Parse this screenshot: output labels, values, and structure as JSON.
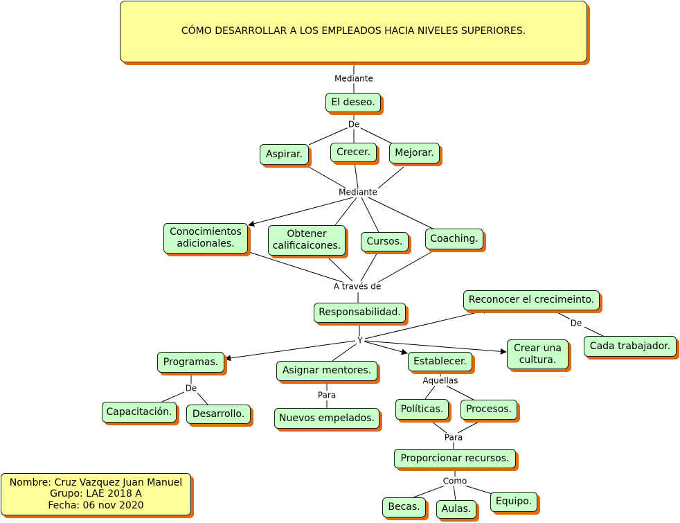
{
  "title": "CÓMO DESARROLLAR A LOS EMPLEADOS HACIA NIVELES SUPERIORES.",
  "nodes": {
    "deseo": "El deseo.",
    "aspirar": "Aspirar.",
    "crecer": "Crecer.",
    "mejorar": "Mejorar.",
    "conocimientos": "Conocimientos\nadicionales.",
    "calificaciones": "Obtener\ncalificaicones.",
    "cursos": "Cursos.",
    "coaching": "Coaching.",
    "responsabilidad": "Responsabilidad.",
    "reconocer": "Reconocer el crecimeinto.",
    "cada_trabajador": "Cada trabajador.",
    "programas": "Programas.",
    "asignar": "Asignar mentores.",
    "establecer": "Establecer.",
    "cultura": "Crear una\ncultura.",
    "capacitacion": "Capacitación.",
    "desarrollo": "Desarrollo.",
    "nuevos": "Nuevos empelados.",
    "politicas": "Políticas.",
    "procesos": "Procesos.",
    "proporcionar": "Proporcionar recursos.",
    "becas": "Becas.",
    "aulas": "Aulas.",
    "equipo": "Equipo."
  },
  "links": {
    "mediante_1": "Mediante",
    "de_1": "De",
    "mediante_2": "Mediante",
    "a_traves": "A través de",
    "y": "Y",
    "de_2": "De",
    "de_3": "De",
    "para_1": "Para",
    "aquellas": "Aquellas",
    "para_2": "Para",
    "como": "Como"
  },
  "info": {
    "nombre": "Nombre: Cruz Vazquez Juan Manuel",
    "grupo": "Grupo: LAE 2018 A",
    "fecha": "Fecha: 06 nov 2020"
  },
  "colors": {
    "node_fill": "#c9ffc9",
    "title_fill": "#ffff99",
    "shadow": "#e06a12",
    "line": "#000000"
  }
}
